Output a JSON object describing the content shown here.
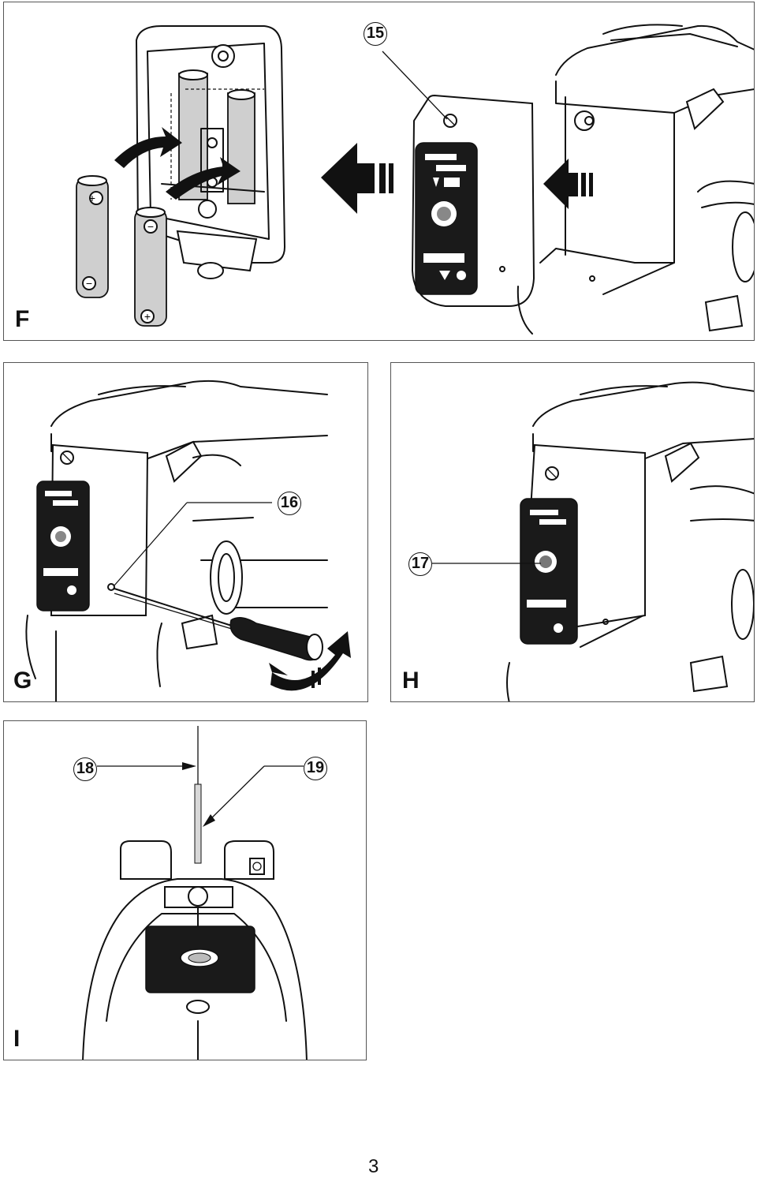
{
  "panels": {
    "f": {
      "letter": "F",
      "callouts": [
        "15"
      ],
      "icons": [
        "battery-icon",
        "arrow-icon",
        "control-panel",
        "tool-housing"
      ]
    },
    "g": {
      "letter": "G",
      "callouts": [
        "16"
      ],
      "icons": [
        "screwdriver-icon",
        "rotation-arrow-icon",
        "control-panel"
      ]
    },
    "h": {
      "letter": "H",
      "callouts": [
        "17"
      ],
      "icons": [
        "control-panel",
        "lens-icon"
      ]
    },
    "i": {
      "letter": "I",
      "callouts": [
        "18",
        "19"
      ],
      "icons": [
        "laser-line",
        "tool-top-view"
      ]
    }
  },
  "battery_labels": {
    "plus": "+",
    "minus": "−"
  },
  "page_number": "3"
}
